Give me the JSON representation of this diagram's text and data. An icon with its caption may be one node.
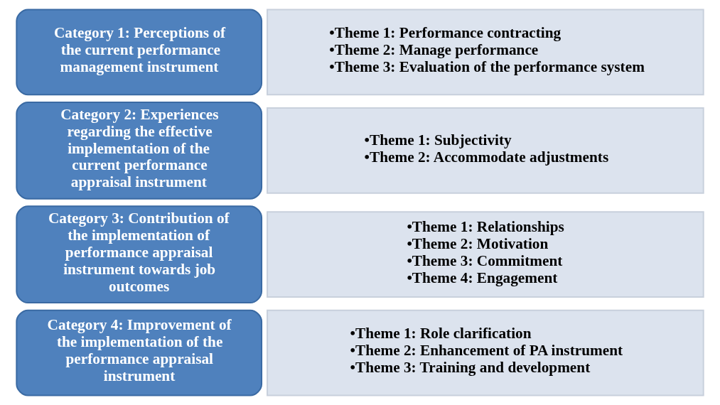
{
  "diagram": {
    "nodes": [
      {
        "text": [
          "Category 1: Perceptions of the current performance management instrument"
        ]
      },
      {
        "text": [
          "•Theme 1: Performance contracting",
          "•Theme 2: Manage performance",
          "•Theme 3: Evaluation of the performance system"
        ]
      },
      {
        "text": [
          "Category 2: Experiences regarding the effective implementation of the current performance appraisal instrument"
        ]
      },
      {
        "text": [
          "•Theme 1: Subjectivity",
          "•Theme 2: Accommodate adjustments"
        ]
      },
      {
        "text": [
          "Category 3: Contribution of the implementation of performance appraisal instrument towards job outcomes"
        ]
      },
      {
        "text": [
          "•Theme 1: Relationships",
          "•Theme 2: Motivation",
          "•Theme 3: Commitment",
          "•Theme 4: Engagement"
        ]
      },
      {
        "text": [
          "Category 4: Improvement of the implementation of the performance appraisal instrument"
        ]
      },
      {
        "text": [
          "•Theme 1: Role clarification",
          "•Theme 2: Enhancement of PA instrument",
          "•Theme 3: Training and development"
        ]
      }
    ]
  }
}
